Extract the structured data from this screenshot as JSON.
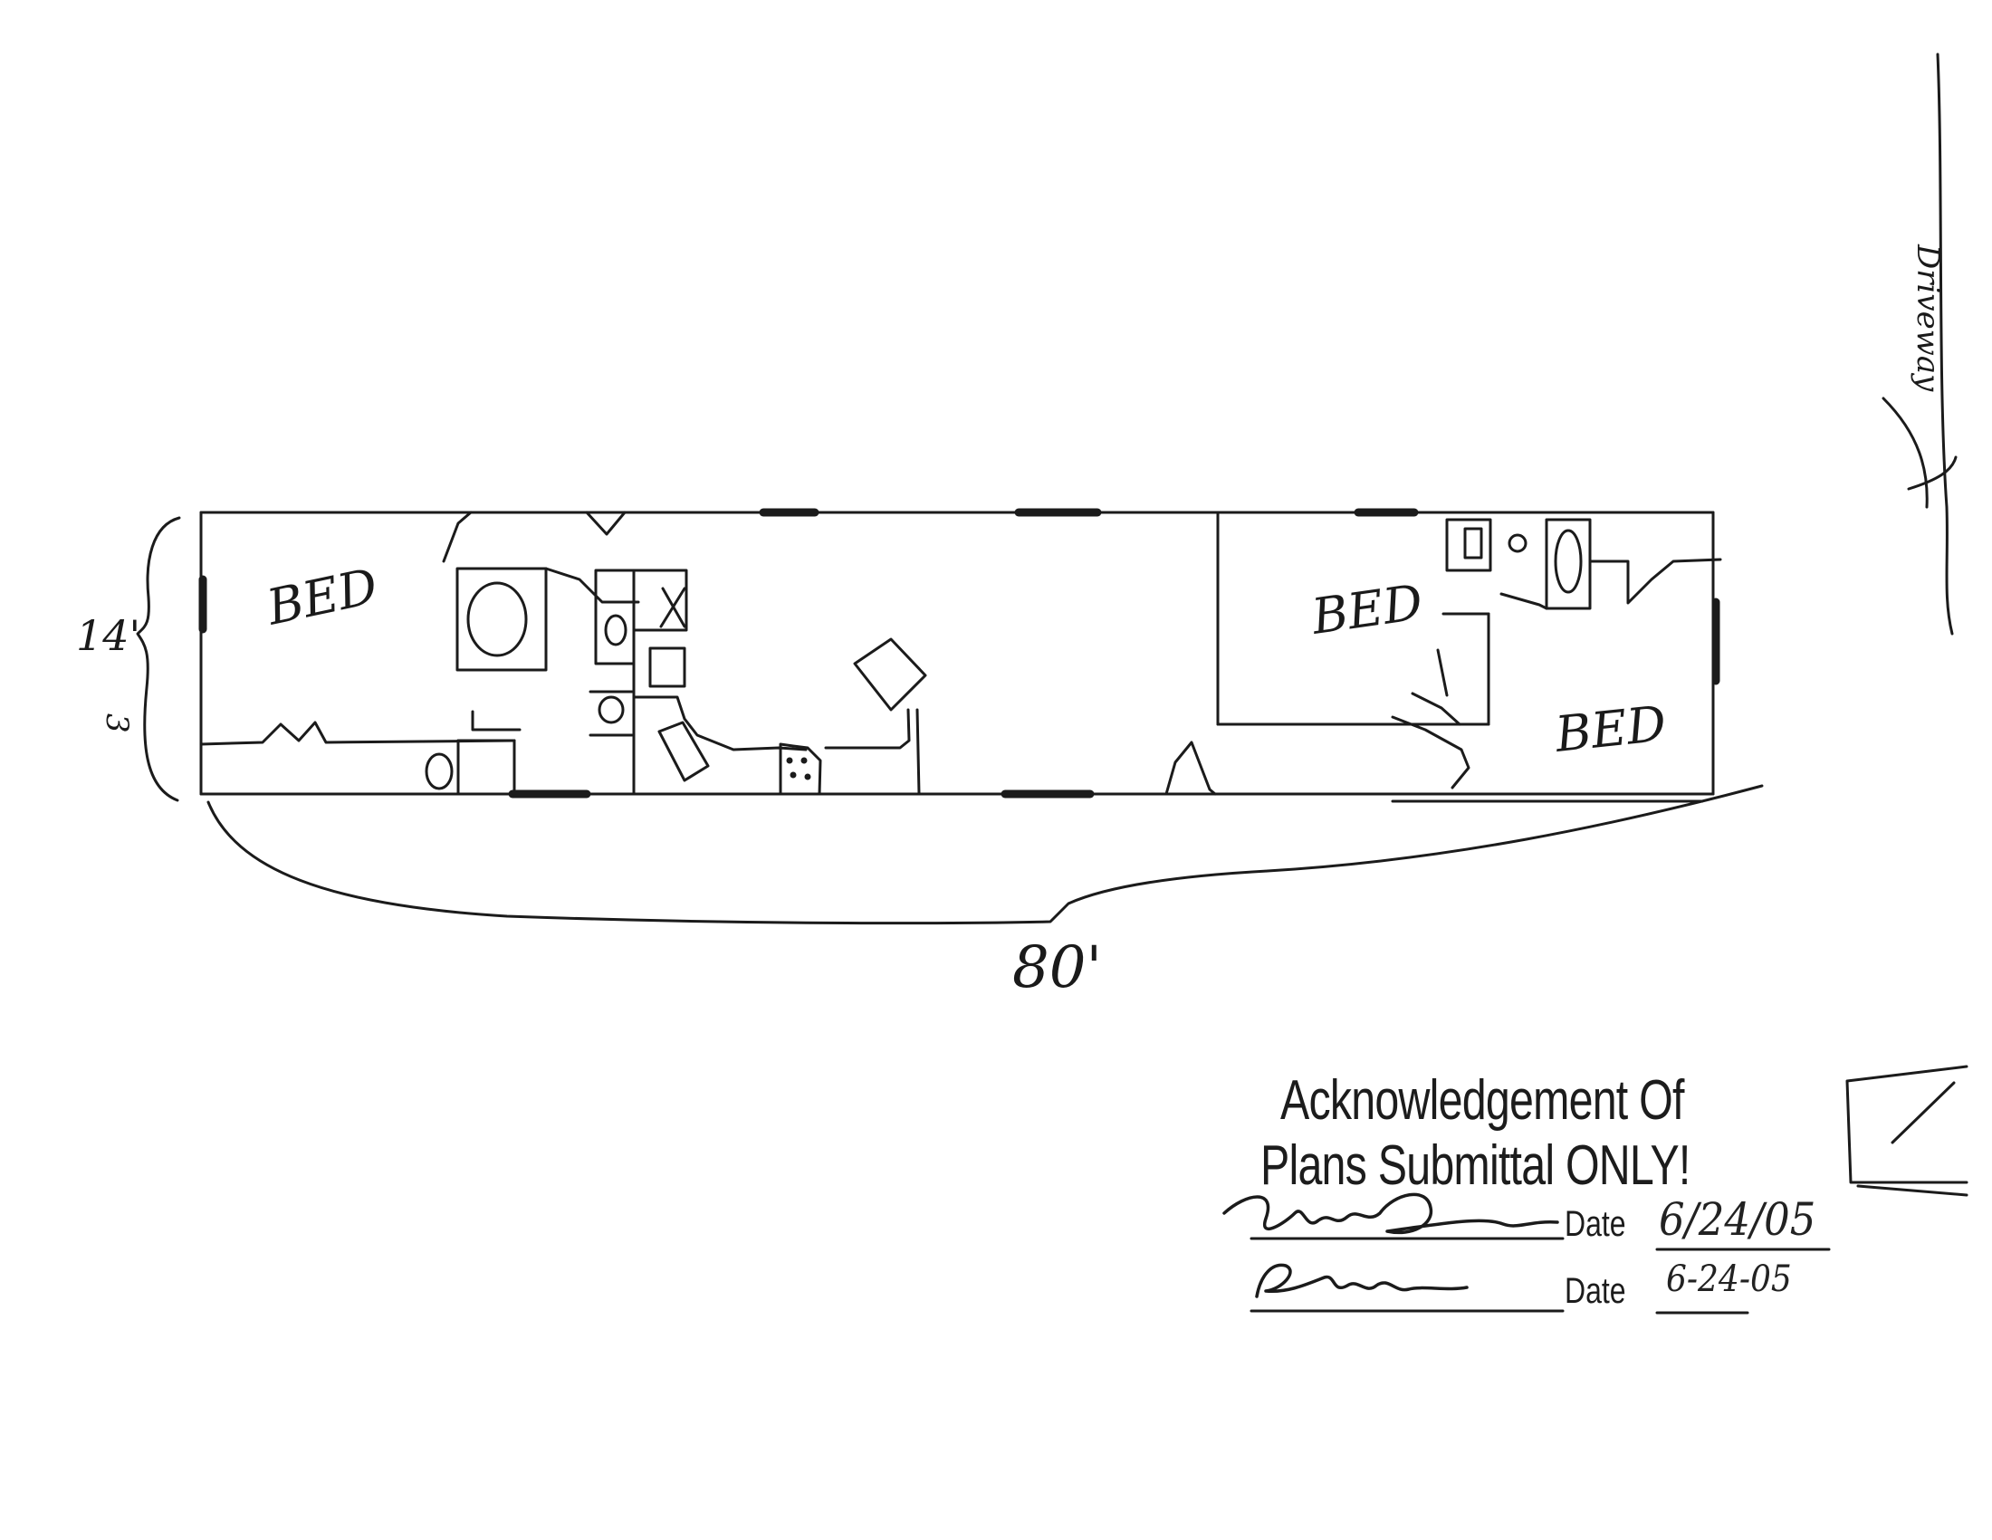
{
  "plan": {
    "rooms": [
      {
        "id": "bed-left",
        "label": "BED"
      },
      {
        "id": "bed-right-top",
        "label": "BED"
      },
      {
        "id": "bed-right-bottom",
        "label": "BED"
      }
    ],
    "dimensions": {
      "width_label": "14'",
      "width_sub": "3",
      "length_label": "80'"
    }
  },
  "stamp": {
    "line1": "Acknowledgement Of",
    "line2": "Plans Submittal ONLY!",
    "date_label_1": "Date",
    "date_value_1": "6/24/05",
    "date_label_2": "Date",
    "date_value_2": "6-24-05"
  },
  "signatures": {
    "sig1_text": "Maria Dobson",
    "sig2_text": "R Tuka"
  },
  "margin_note": "Driveway"
}
